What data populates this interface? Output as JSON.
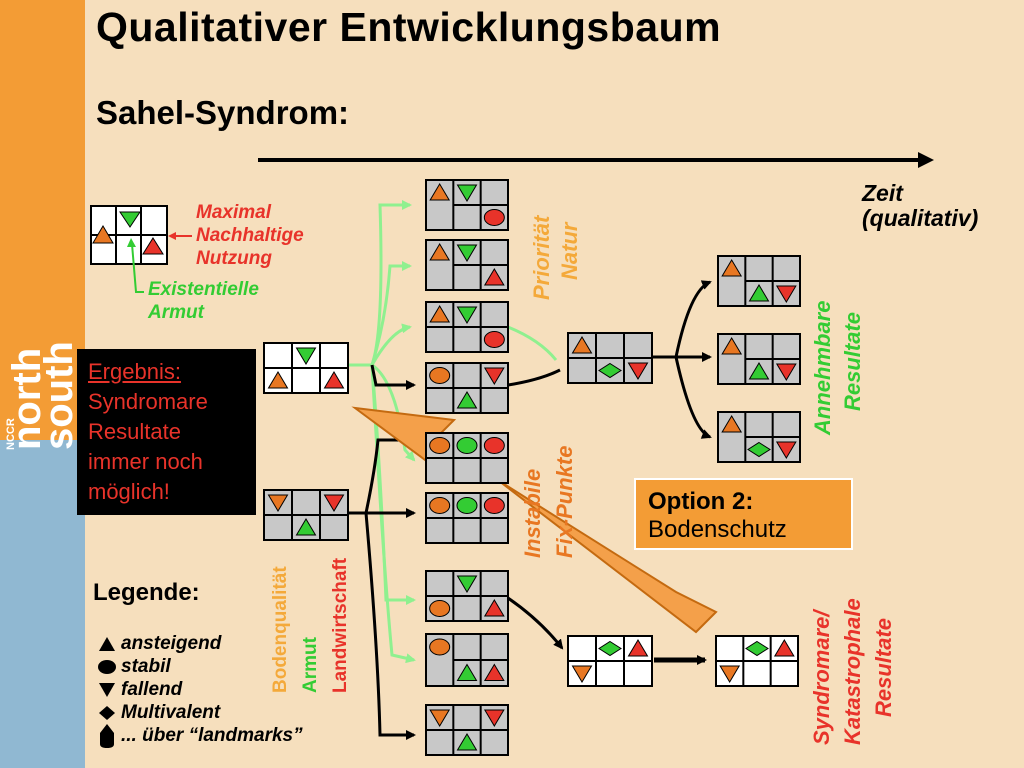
{
  "title": "Qualitativer Entwicklungsbaum",
  "subtitle": "Sahel-Syndrom:",
  "time_axis": {
    "line1": "Zeit",
    "line2": "(qualitativ)"
  },
  "key": {
    "red_label": [
      "Maximal",
      "Nachhaltige",
      "Nutzung"
    ],
    "green_label": [
      "Existentielle",
      "Armut"
    ]
  },
  "ergebnis": {
    "heading": "Ergebnis:",
    "lines": [
      "Syndromare",
      "Resultate",
      "immer noch",
      "möglich!"
    ]
  },
  "option": {
    "heading": "Option 2:",
    "text": "Bodenschutz"
  },
  "vertical_labels": {
    "prioritaet_natur": [
      "Priorität",
      "Natur"
    ],
    "instabile_fix_punkte": [
      "Instabile",
      "Fix-Punkte"
    ],
    "annehmbare_resultate": [
      "Annehmbare",
      "Resultate"
    ],
    "syndromare_resultate": [
      "Syndromare/",
      "Katastrophale",
      "Resultate"
    ],
    "axis_labels": [
      "Bodenqualität",
      "Armut",
      "Landwirtschaft"
    ]
  },
  "legend": {
    "title": "Legende:",
    "items": [
      {
        "icon": "triangle-up-icon",
        "label": "ansteigend"
      },
      {
        "icon": "circle-icon",
        "label": "stabil"
      },
      {
        "icon": "triangle-down-icon",
        "label": "fallend"
      },
      {
        "icon": "diamond-icon",
        "label": "Multivalent"
      },
      {
        "icon": "landmark-icon",
        "label": "... über “landmarks”"
      }
    ]
  },
  "branding": {
    "logo_text": [
      "north",
      "south"
    ],
    "logo_sub": "NCCR"
  },
  "colors": {
    "orange": "#e87722",
    "green": "#33cc33",
    "red": "#e8332a",
    "light_green": "#8ff08f",
    "background": "#f6dfbd",
    "sidebar_orange": "#f39c35",
    "sidebar_blue": "#90b8d2",
    "arrow_orange": "#f4a04a"
  }
}
